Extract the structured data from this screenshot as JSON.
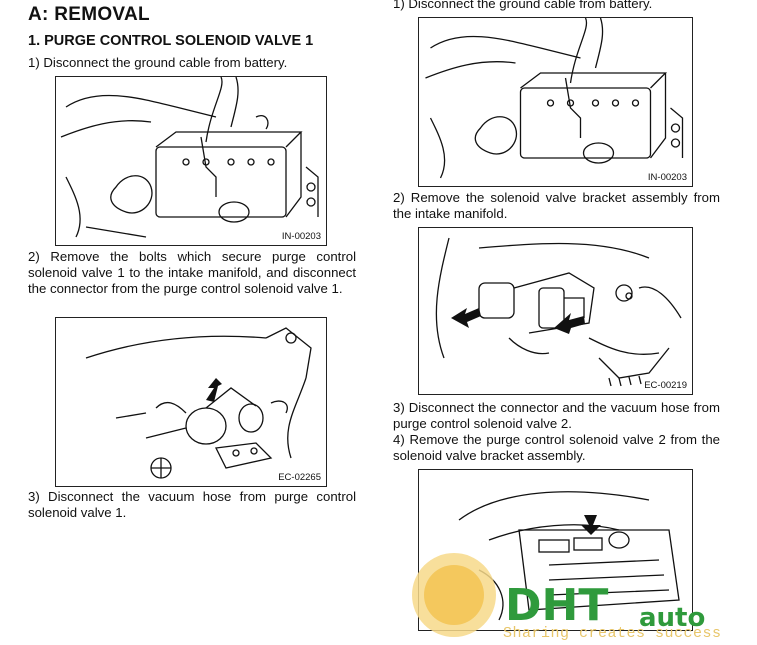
{
  "section": {
    "title": "A:  REMOVAL"
  },
  "subsection": {
    "title": "1.  PURGE CONTROL SOLENOID VALVE 1"
  },
  "left": {
    "step1": "1) Disconnect the ground cable from battery.",
    "fig1_id": "IN-00203",
    "step2": "2) Remove the bolts which secure purge control solenoid valve 1 to the intake manifold, and disconnect the connector from the purge control solenoid valve 1.",
    "fig2_id": "EC-02265",
    "step3": "3) Disconnect the vacuum hose from purge control solenoid valve 1."
  },
  "right": {
    "step1": "1) Disconnect the ground cable from battery.",
    "fig1_id": "IN-00203",
    "step2": "2) Remove the solenoid valve bracket assembly from the intake manifold.",
    "fig2_id": "EC-00219",
    "step3": "3) Disconnect the connector and the vacuum hose from purge control solenoid valve 2.",
    "step4": "4) Remove the purge control solenoid valve 2 from the solenoid valve bracket assembly."
  },
  "watermark": {
    "brand_left": "DHT",
    "brand_right": "auto",
    "tagline": "Sharing creates success"
  }
}
